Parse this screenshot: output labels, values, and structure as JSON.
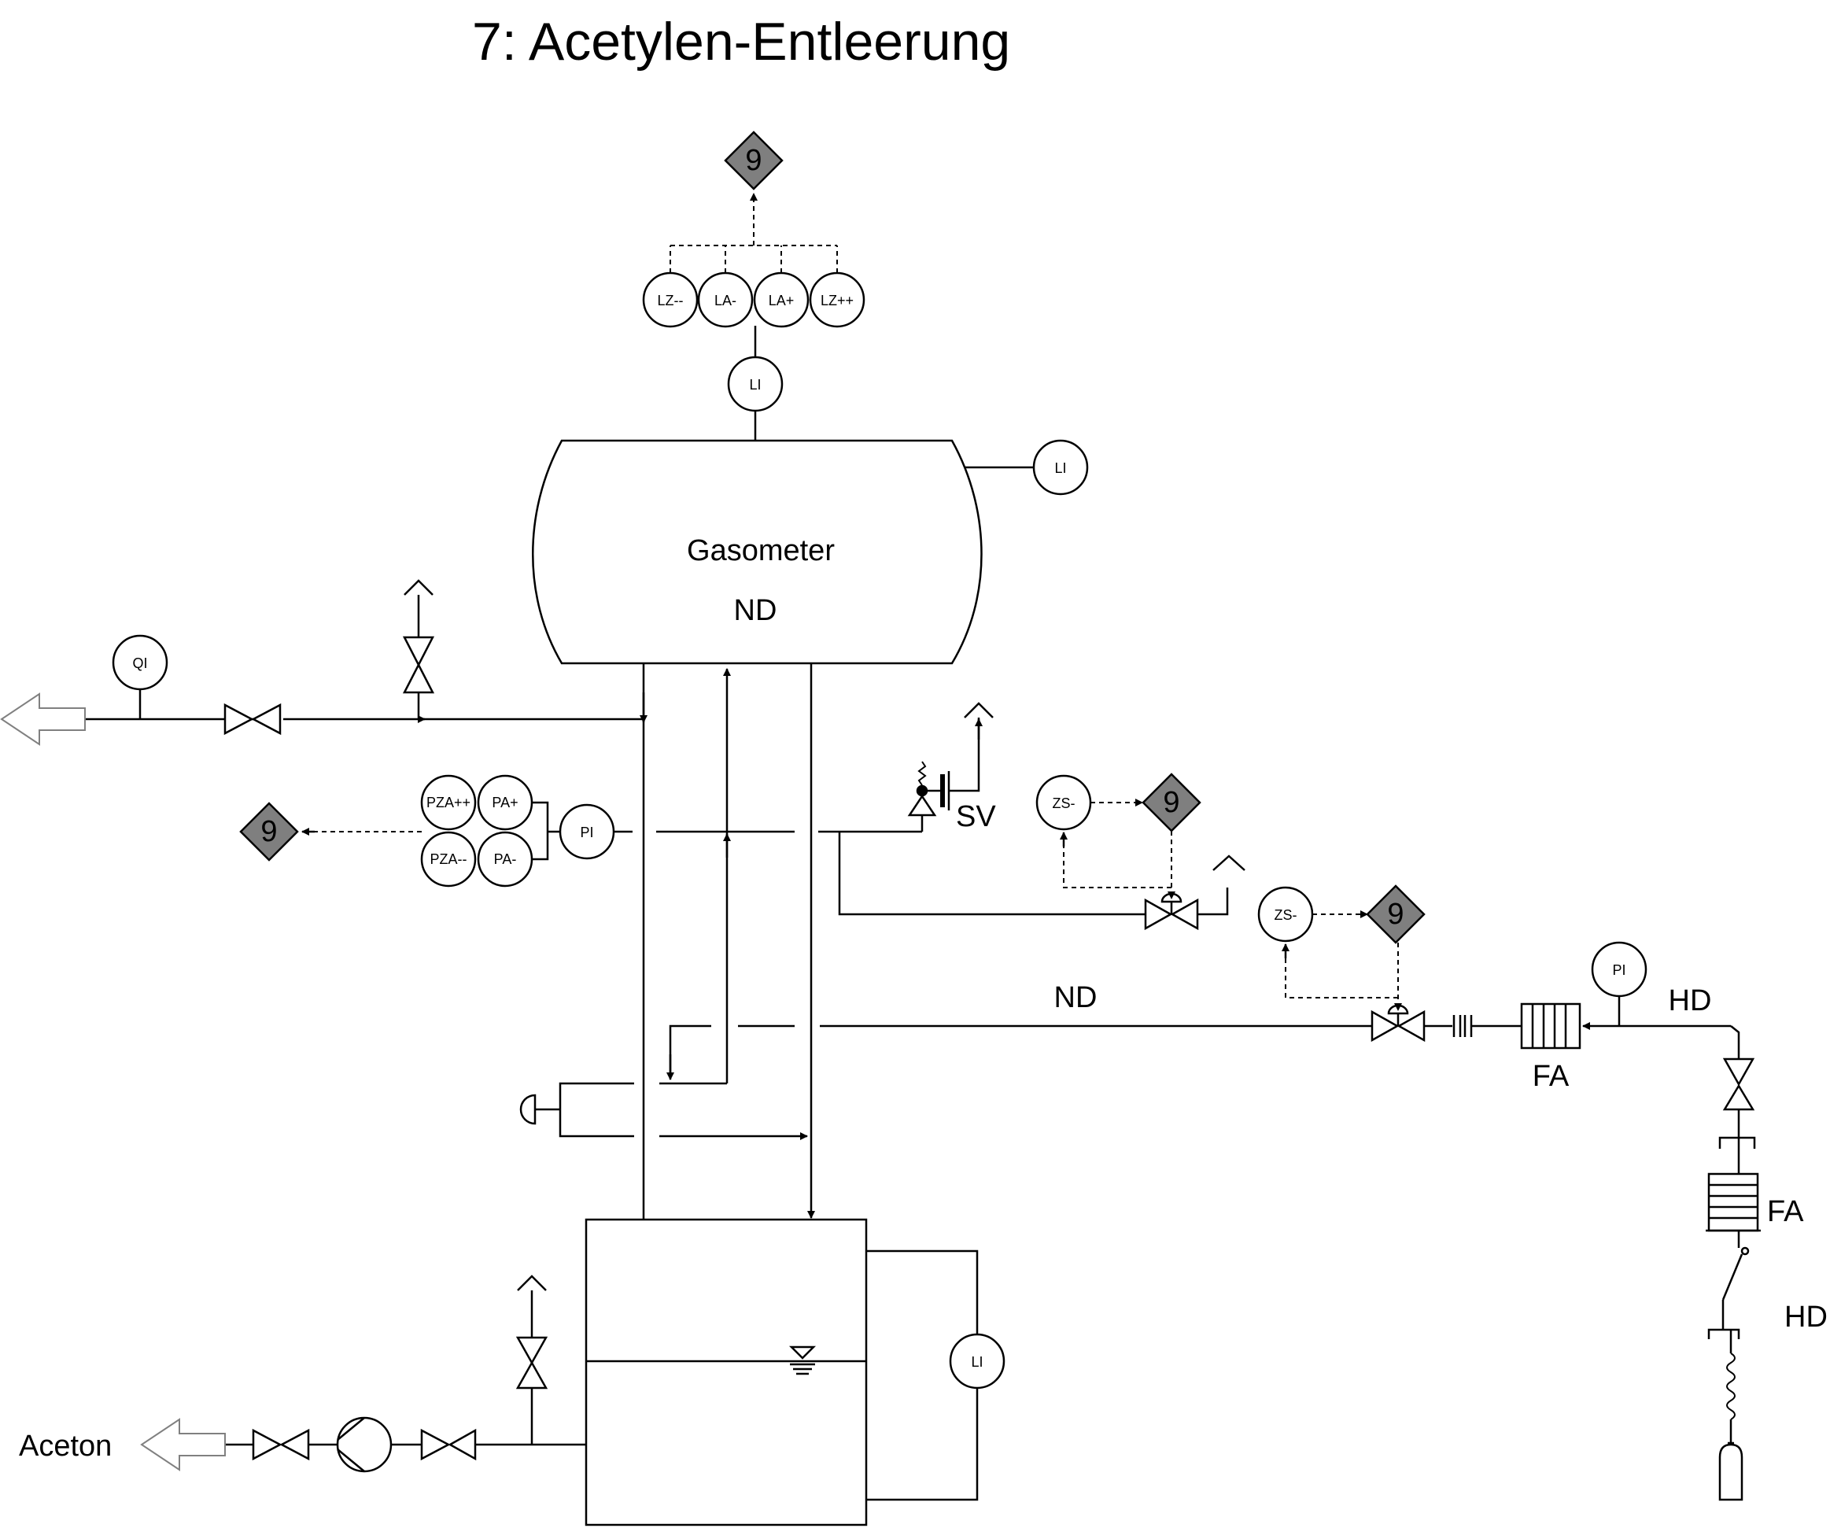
{
  "title": "7: Acetylen-Entleerung",
  "colors": {
    "line": "#000000",
    "diamond_fill": "#7f7f7f",
    "arrow_outline": "#808080"
  },
  "vessels": {
    "gasometer_name": "Gasometer",
    "gasometer_pressure": "ND"
  },
  "instruments": {
    "level_top": "LI",
    "level_side": "LI",
    "level_tank": "LI",
    "lz_low": "LZ--",
    "la_low": "LA-",
    "la_high": "LA+",
    "lz_high": "LZ++",
    "quality": "QI",
    "pressure": "PI",
    "pza_high": "PZA++",
    "pa_high": "PA+",
    "pza_low": "PZA--",
    "pa_low": "PA-",
    "zs_1": "ZS-",
    "zs_2": "ZS-",
    "pressure_hd": "PI"
  },
  "interlocks": {
    "top": "9",
    "left": "9",
    "zs_1": "9",
    "zs_2": "9"
  },
  "labels": {
    "safety_valve": "SV",
    "nd_line": "ND",
    "hd_line": "HD",
    "flame_arrestor_h": "FA",
    "flame_arrestor_v": "FA",
    "hd_bottle": "HD",
    "aceton": "Aceton"
  }
}
